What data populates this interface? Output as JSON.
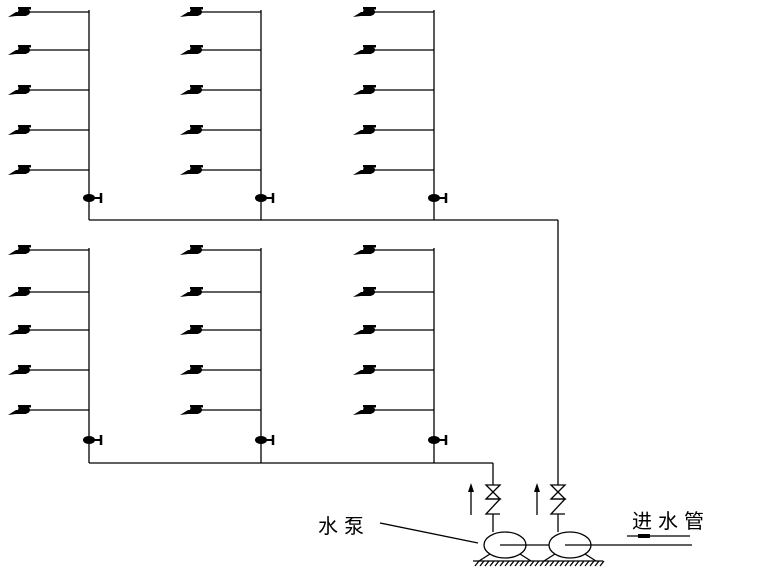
{
  "labels": {
    "pump": "水泵",
    "inlet_pipe": "进水管"
  },
  "groups": 2,
  "risers_per_group": 3,
  "taps_per_riser": 5,
  "colors": {
    "line": "#000000",
    "background": "#ffffff"
  }
}
